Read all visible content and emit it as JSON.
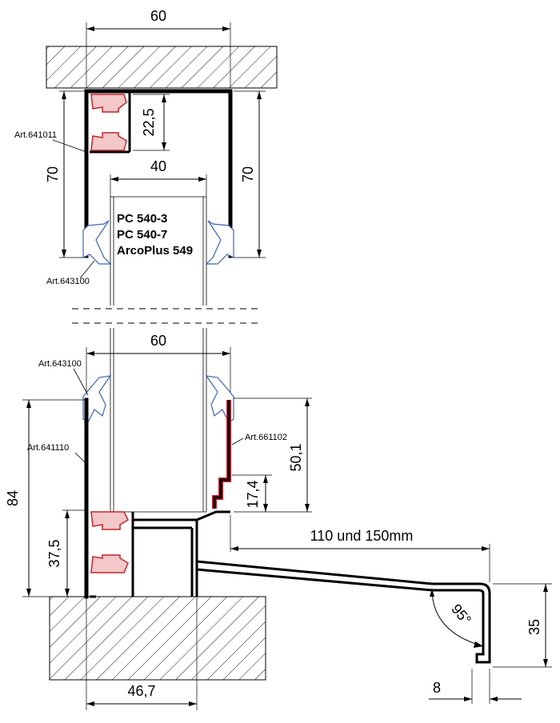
{
  "colors": {
    "outline": "#000000",
    "clip": "#3a63b8",
    "gasket": "#c0262c",
    "highlight_profile": "#d01e2a",
    "hatch_fill": "#ffffff"
  },
  "dimensions": {
    "top_width": "60",
    "top_gasket_height": "22,5",
    "left_height_top": "70",
    "right_height_top": "70",
    "panel_width": "40",
    "bottom_width": "60",
    "left_height_bottom": "84",
    "gasket_height_bottom": "37,5",
    "profile_height": "50,1",
    "step_height": "17,4",
    "overhang_length": "110 und 150mm",
    "drip_height": "35",
    "angle": "95°",
    "drip_width": "8",
    "base_width": "46,7"
  },
  "panel_types": [
    "PC 540-3",
    "PC 540-7",
    "ArcoPlus 549"
  ],
  "articles": {
    "top_profile": "Art.641011",
    "top_clip": "Art.643100",
    "bottom_clip": "Art.643100",
    "bottom_profile": "Art.641110",
    "drip_profile": "Art.661102"
  }
}
